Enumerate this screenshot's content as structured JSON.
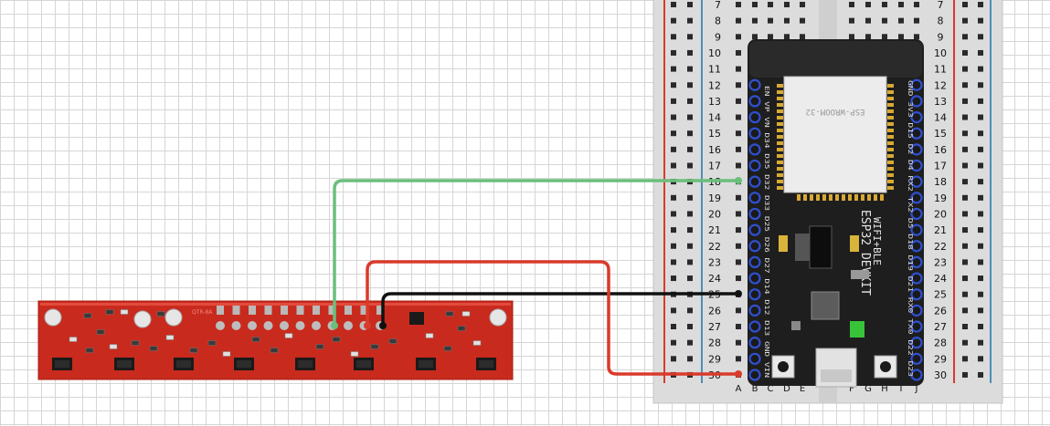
{
  "breadboard": {
    "rows": [
      "7",
      "8",
      "9",
      "10",
      "11",
      "12",
      "13",
      "14",
      "15",
      "16",
      "17",
      "18",
      "19",
      "20",
      "21",
      "22",
      "23",
      "24",
      "25",
      "26",
      "27",
      "28",
      "29",
      "30"
    ],
    "columns": [
      "A",
      "B",
      "C",
      "D",
      "E",
      "F",
      "G",
      "H",
      "I",
      "J"
    ]
  },
  "esp32": {
    "module_label": "ESP-WROOM-32",
    "board_label_1": "ESP32 DEVKIT",
    "board_label_2": "WIFI+BLE",
    "left_pins": "EN VP VN D34 D35 D32 D33 D25 D26 D27 D14 D12 D13 GND VIN",
    "right_pins": "GND 3V3 D15 D2 D4 RX2 TX2 D5 D18 D19 D21 RX0 TX0 D22 D23"
  },
  "sensor": {
    "label": "QTR-8A"
  },
  "wires": [
    {
      "color": "#6abf7b"
    },
    {
      "color": "#111111"
    },
    {
      "color": "#d93a2b"
    }
  ]
}
